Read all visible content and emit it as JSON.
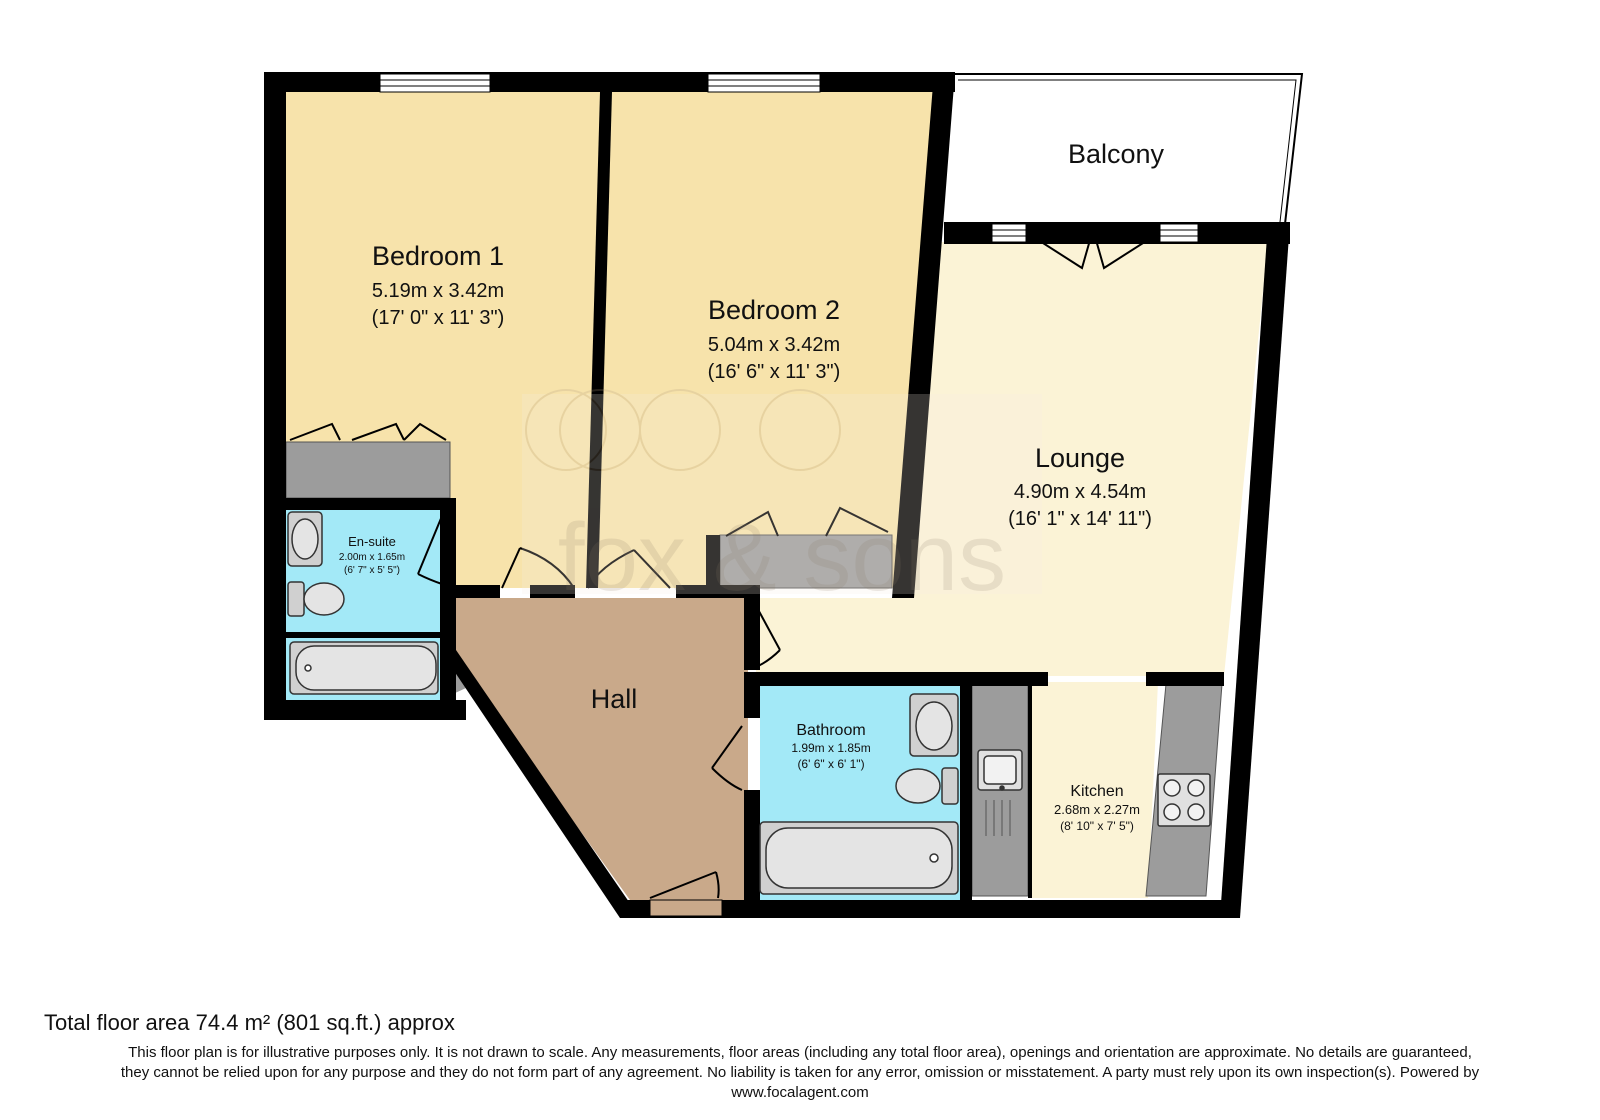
{
  "rooms": {
    "bedroom1": {
      "name": "Bedroom 1",
      "metric": "5.19m x 3.42m",
      "imperial": "(17' 0\" x 11' 3\")"
    },
    "bedroom2": {
      "name": "Bedroom 2",
      "metric": "5.04m x 3.42m",
      "imperial": "(16' 6\" x 11' 3\")"
    },
    "balcony": {
      "name": "Balcony"
    },
    "lounge": {
      "name": "Lounge",
      "metric": "4.90m x 4.54m",
      "imperial": "(16' 1\" x 14' 11\")"
    },
    "ensuite": {
      "name": "En-suite",
      "metric": "2.00m x 1.65m",
      "imperial": "(6' 7\" x 5' 5\")"
    },
    "hall": {
      "name": "Hall"
    },
    "bathroom": {
      "name": "Bathroom",
      "metric": "1.99m x 1.85m",
      "imperial": "(6' 6\" x 6' 1\")"
    },
    "kitchen": {
      "name": "Kitchen",
      "metric": "2.68m x 2.27m",
      "imperial": "(8' 10\" x 7' 5\")"
    }
  },
  "watermark": {
    "text": "fox & sons"
  },
  "footer": {
    "total_area": "Total floor area 74.4 m² (801 sq.ft.) approx",
    "disclaimer_line1": "This floor plan is for illustrative purposes only. It is not drawn to scale. Any measurements, floor areas (including any total floor area), openings and orientation are approximate. No details are guaranteed,",
    "disclaimer_line2": "they cannot be relied upon for any purpose and they do not form part of any agreement. No liability is taken for any error, omission or misstatement. A party must rely upon its own inspection(s). Powered by",
    "disclaimer_line3": "www.focalagent.com"
  },
  "colors": {
    "bedroom": "#f7e3ab",
    "lounge": "#fbf3d6",
    "wet_room": "#a3e9f7",
    "hall": "#c9a98a",
    "wardrobe": "#9c9c9c",
    "wall": "#000000"
  }
}
